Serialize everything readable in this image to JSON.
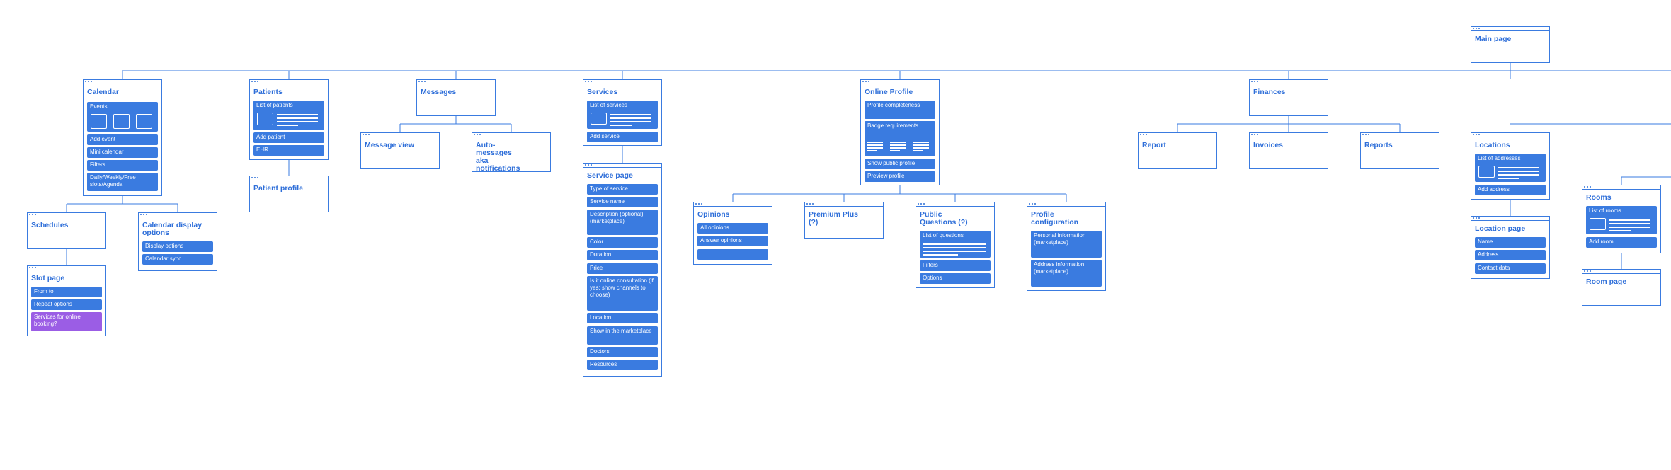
{
  "main_page": {
    "title": "Main page"
  },
  "calendar": {
    "title": "Calendar",
    "events_label": "Events",
    "items": [
      "Add event",
      "Mini calendar",
      "Filters",
      "Daily/Weekly/Free slots/Agenda"
    ]
  },
  "schedules": {
    "title": "Schedules"
  },
  "slot_page": {
    "title": "Slot page",
    "items": [
      "From to",
      "Repeat options",
      "Services for online booking?"
    ]
  },
  "calendar_display": {
    "title": "Calendar display options",
    "items": [
      "Display options",
      "Calendar sync"
    ]
  },
  "patients": {
    "title": "Patients",
    "list_label": "List of patients",
    "items": [
      "Add patient",
      "EHR"
    ]
  },
  "patient_profile": {
    "title": "Patient profile"
  },
  "messages": {
    "title": "Messages"
  },
  "message_view": {
    "title": "Message view"
  },
  "auto_messages": {
    "title": "Auto-messages aka notifications"
  },
  "services": {
    "title": "Services",
    "list_label": "List of services",
    "items": [
      "Add service"
    ]
  },
  "service_page": {
    "title": "Service page",
    "items": [
      "Type of service",
      "Service name",
      "Description (optional) (marketplace)",
      "Color",
      "Duration",
      "Price",
      "Is it online consultation (if yes: show channels to choose)",
      "Location",
      "Show in the marketplace",
      "Doctors",
      "Resources"
    ]
  },
  "online_profile": {
    "title": "Online Profile",
    "items": [
      "Profile completeness",
      "Show public profile",
      "Preview profile"
    ],
    "badge_label": "Badge requirements"
  },
  "opinions": {
    "title": "Opinions",
    "items": [
      "All opinions",
      "Answer opinions",
      ""
    ]
  },
  "premium_plus": {
    "title": "Premium Plus (?)"
  },
  "public_questions": {
    "title": "Public Questions (?)",
    "list_label": "List of questions",
    "items": [
      "Filters",
      "Options"
    ]
  },
  "profile_config": {
    "title": "Profile configuration",
    "items": [
      "Personal information (marketplace)",
      "Address information (marketplace)"
    ]
  },
  "finances": {
    "title": "Finances"
  },
  "report": {
    "title": "Report"
  },
  "invoices": {
    "title": "Invoices"
  },
  "reports": {
    "title": "Reports"
  },
  "locations": {
    "title": "Locations",
    "list_label": "List of addresses",
    "items": [
      "Add address"
    ]
  },
  "location_page": {
    "title": "Location page",
    "items": [
      "Name",
      "Address",
      "Contact data"
    ]
  },
  "rooms": {
    "title": "Rooms",
    "list_label": "List of rooms",
    "items": [
      "Add room"
    ]
  },
  "room_page": {
    "title": "Room page"
  },
  "colors": {
    "accent": "#3a7be0",
    "title": "#2f6fd9",
    "highlight": "#9b5de5"
  }
}
